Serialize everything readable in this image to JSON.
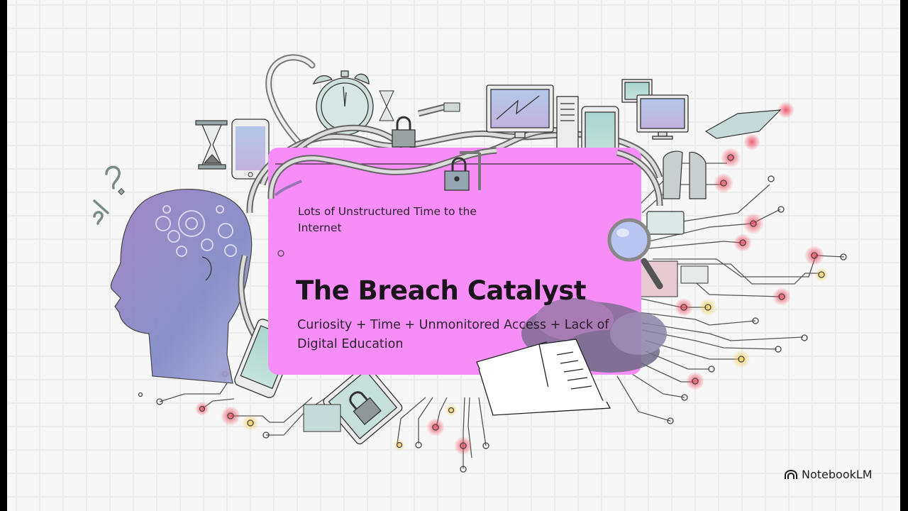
{
  "slide": {
    "subtitle_top": "Lots of Unstructured Time to the Internet",
    "title": "The Breach Catalyst",
    "description": "Curiosity + Time + Unmonitored Access + Lack of Digital Education"
  },
  "branding": {
    "label": "NotebookLM",
    "icon": "notebooklm-logo-icon"
  },
  "illustration": {
    "elements": [
      "head-with-gears",
      "question-marks",
      "hourglass",
      "smartphone",
      "alarm-clock",
      "tangled-cables",
      "padlock",
      "desktop-monitor",
      "pc-tower",
      "tablet",
      "broken-shield",
      "magnifying-glass",
      "circuit-traces",
      "open-book",
      "watercolor-cloud",
      "lock-tablet"
    ]
  },
  "colors": {
    "panel": "#f78ef8",
    "background": "#f7f7f7",
    "grid": "#ececec",
    "title_text": "#1b141d",
    "node_red": "#e84a5f",
    "node_yellow": "#f2c94c",
    "watercolor_purple": "#8a7bb8"
  }
}
